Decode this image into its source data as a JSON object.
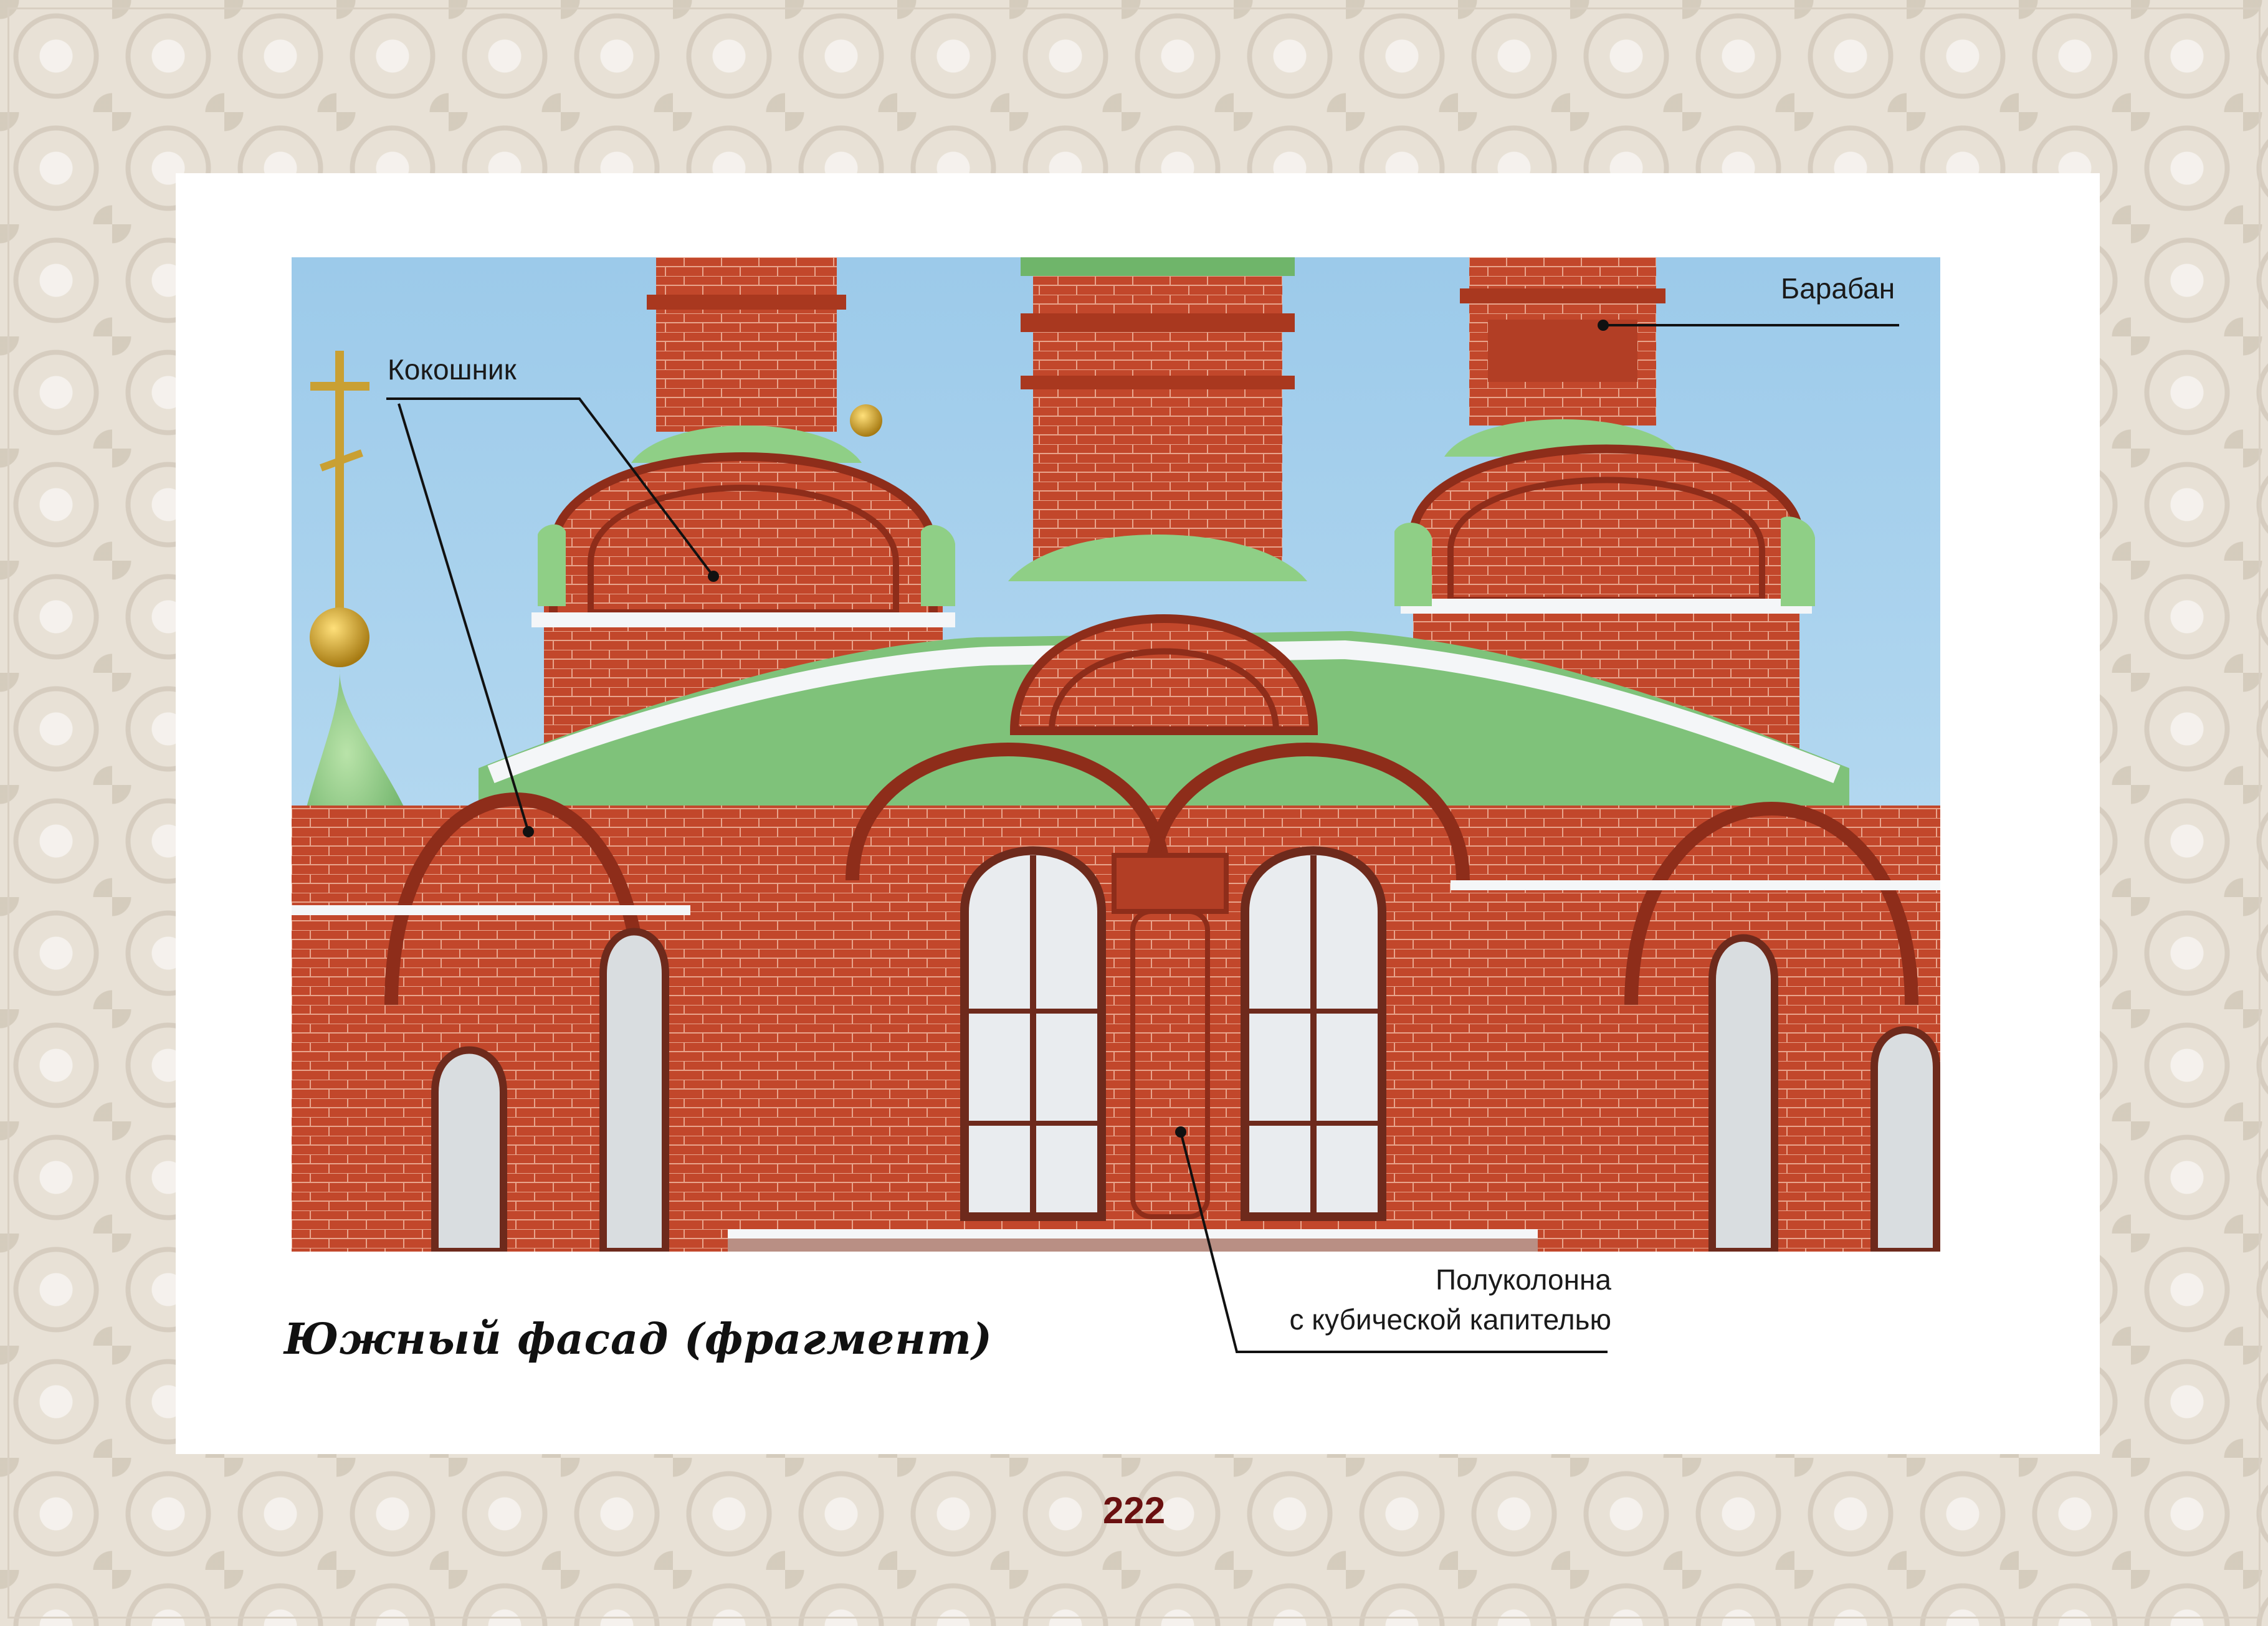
{
  "labels": {
    "kokoshnik": "Кокошник",
    "baraban": "Барабан",
    "polukolonna_line1": "Полуколонна",
    "polukolonna_line2": "с кубической капителью"
  },
  "caption": "Южный фасад (фрагмент)",
  "page_number": "222",
  "colors": {
    "brick": "#c2472b",
    "brick_dark": "#8e2d1a",
    "roof_green": "#7fc27a",
    "sky": "#a9d2ee",
    "snow": "#f4f6f8",
    "page_number": "#6a1010"
  }
}
